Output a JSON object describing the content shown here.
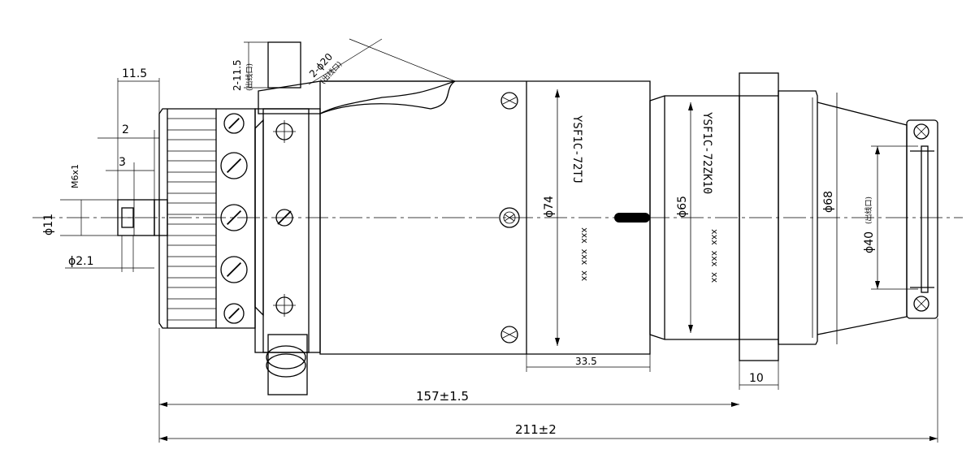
{
  "dimensions": {
    "d_11_5": "11.5",
    "d_2": "2",
    "d_3": "3",
    "d_m6x1": "M6x1",
    "d_phi11": "ϕ11",
    "d_phi2_1": "ϕ2.1",
    "d_phi74": "ϕ74",
    "d_phi65": "ϕ65",
    "d_phi68": "ϕ68",
    "d_phi40": "ϕ40",
    "d_phi40_note": "(出线口)",
    "d_33_5": "33.5",
    "d_10": "10",
    "d_157": "157±1.5",
    "d_211": "211±2",
    "d_2_11_5": "2-11.5",
    "d_2_11_5_note": "(出线口)",
    "d_2_phi20": "2-ϕ20",
    "d_2_phi20_note": "(出线口)"
  },
  "markings": {
    "plug_model": "YSF1C-72TJ",
    "plug_serial": "xxx xxx xx",
    "socket_model": "YSF1C-72ZK10",
    "socket_serial": "xxx xxx xx"
  },
  "colors": {
    "line": "#000000",
    "background": "#ffffff"
  }
}
